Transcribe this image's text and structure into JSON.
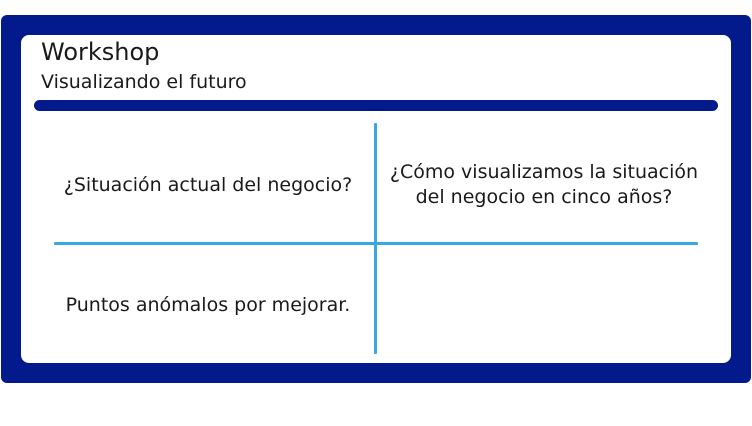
{
  "header": {
    "title": "Workshop",
    "subtitle": "Visualizando el futuro"
  },
  "quadrants": {
    "top_left": "¿Situación actual del negocio?",
    "top_right_line1": "¿Cómo visualizamos la situación",
    "top_right_line2": "del negocio en cinco años?",
    "bottom_left": "Puntos anómalos por mejorar.",
    "bottom_right": ""
  },
  "colors": {
    "frame": "#021a8c",
    "header_bar": "#021a8c",
    "divider": "#38a8e0"
  }
}
